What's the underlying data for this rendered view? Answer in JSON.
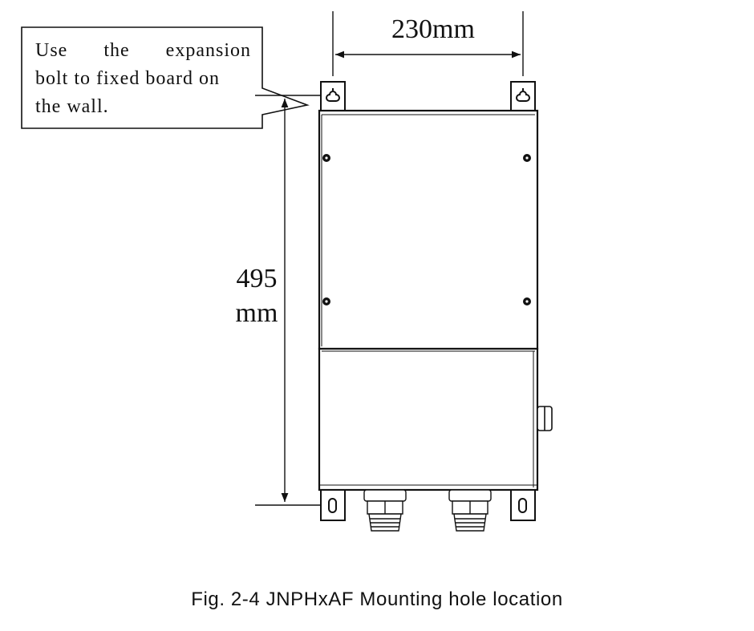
{
  "callout": {
    "lines": [
      "Use   the   expansion",
      "bolt to fixed board on",
      "the wall."
    ]
  },
  "dimensions": {
    "width_value": "230mm",
    "height_value": "495",
    "height_unit": "mm"
  },
  "caption": "Fig. 2-4 JNPHxAF Mounting hole location",
  "icons": {
    "keyhole": "keyhole-slot-icon",
    "slot": "mounting-slot-icon",
    "screw": "screw-icon",
    "gland": "cable-gland-icon"
  },
  "colors": {
    "line": "#111111",
    "background": "#ffffff"
  }
}
